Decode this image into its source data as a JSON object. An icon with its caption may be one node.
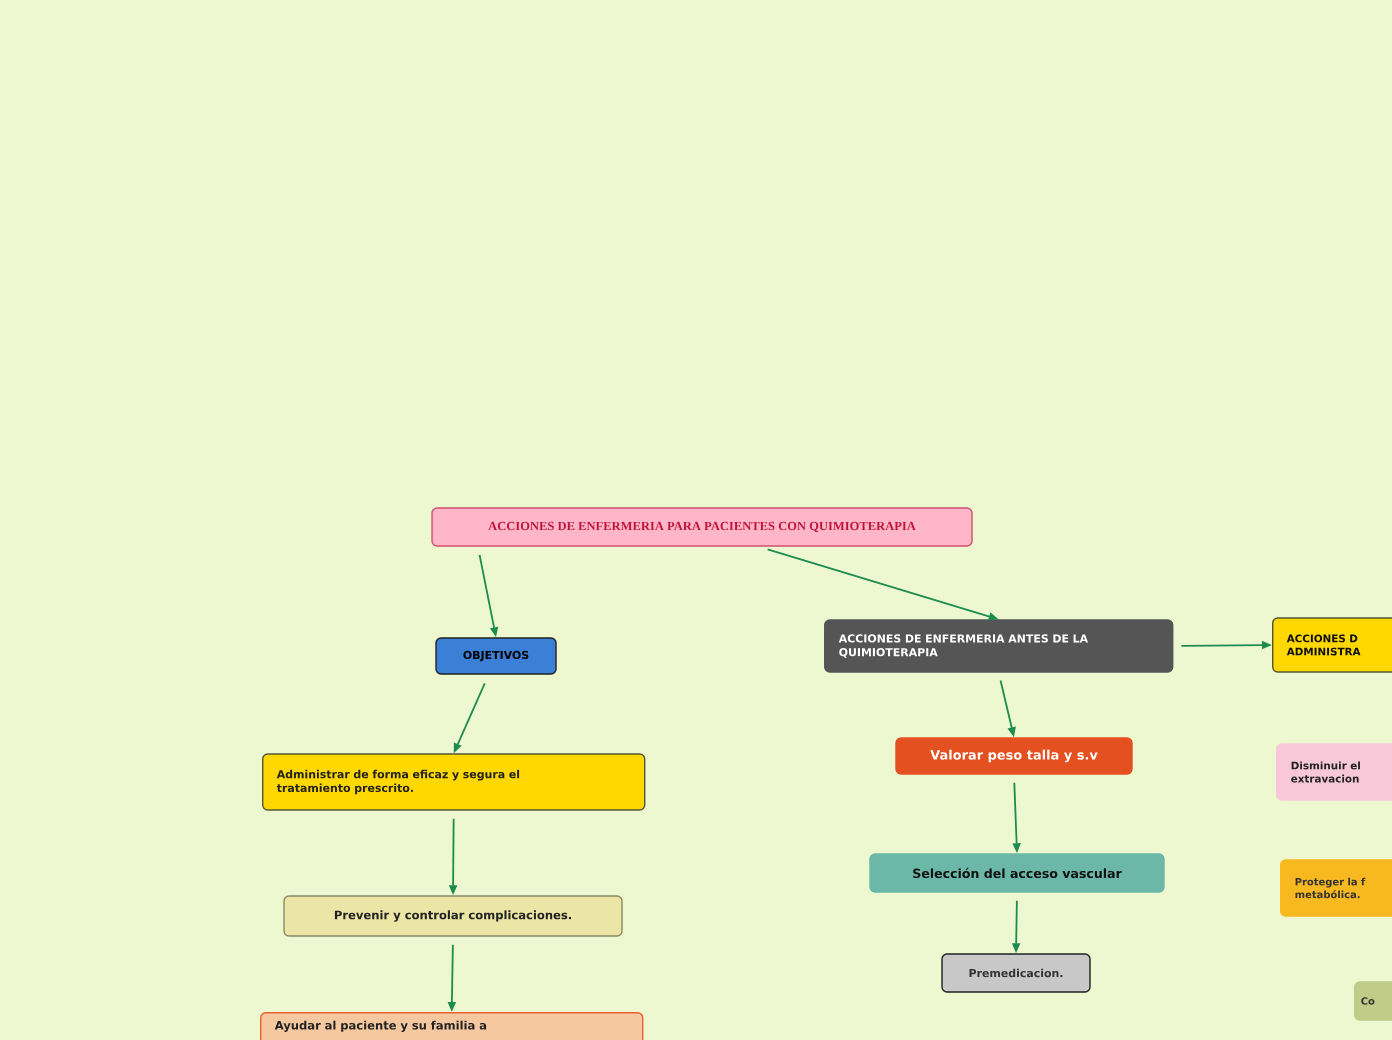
{
  "diagram": {
    "nodes": [
      {
        "text": [
          "ACCIONES DE ENFERMERIA PARA PACIENTES CON QUIMIOTERAPIA"
        ]
      },
      {
        "text": [
          "OBJETIVOS"
        ]
      },
      {
        "text": [
          "Administrar de forma eficaz y segura el tratamiento prescrito."
        ]
      },
      {
        "text": [
          "Prevenir y controlar complicaciones."
        ]
      },
      {
        "text": [
          "Ayudar al paciente y su familia a"
        ]
      },
      {
        "text": [
          "ACCIONES DE ENFERMERIA ANTES DE LA QUIMIOTERAPIA"
        ]
      },
      {
        "text": [
          "Valorar peso talla y s.v"
        ]
      },
      {
        "text": [
          "Selección del acceso vascular"
        ]
      },
      {
        "text": [
          "Premedicacion."
        ]
      },
      {
        "text": [
          "ACCIONES D ADMINISTRA"
        ]
      },
      {
        "text": [
          "Disminuir el extravacion"
        ]
      },
      {
        "text": [
          "Proteger la f metabólica."
        ]
      },
      {
        "text": [
          "Co"
        ]
      }
    ],
    "edges": [
      {
        "from": 0,
        "to": 1,
        "arrow": "to"
      },
      {
        "from": 0,
        "to": 5,
        "arrow": "to"
      },
      {
        "from": 1,
        "to": 2,
        "arrow": "to"
      },
      {
        "from": 2,
        "to": 3,
        "arrow": "to"
      },
      {
        "from": 3,
        "to": 4,
        "arrow": "to"
      },
      {
        "from": 5,
        "to": 6,
        "arrow": "to"
      },
      {
        "from": 6,
        "to": 7,
        "arrow": "to"
      },
      {
        "from": 7,
        "to": 8,
        "arrow": "to"
      },
      {
        "from": 5,
        "to": 9,
        "arrow": "to"
      }
    ]
  }
}
